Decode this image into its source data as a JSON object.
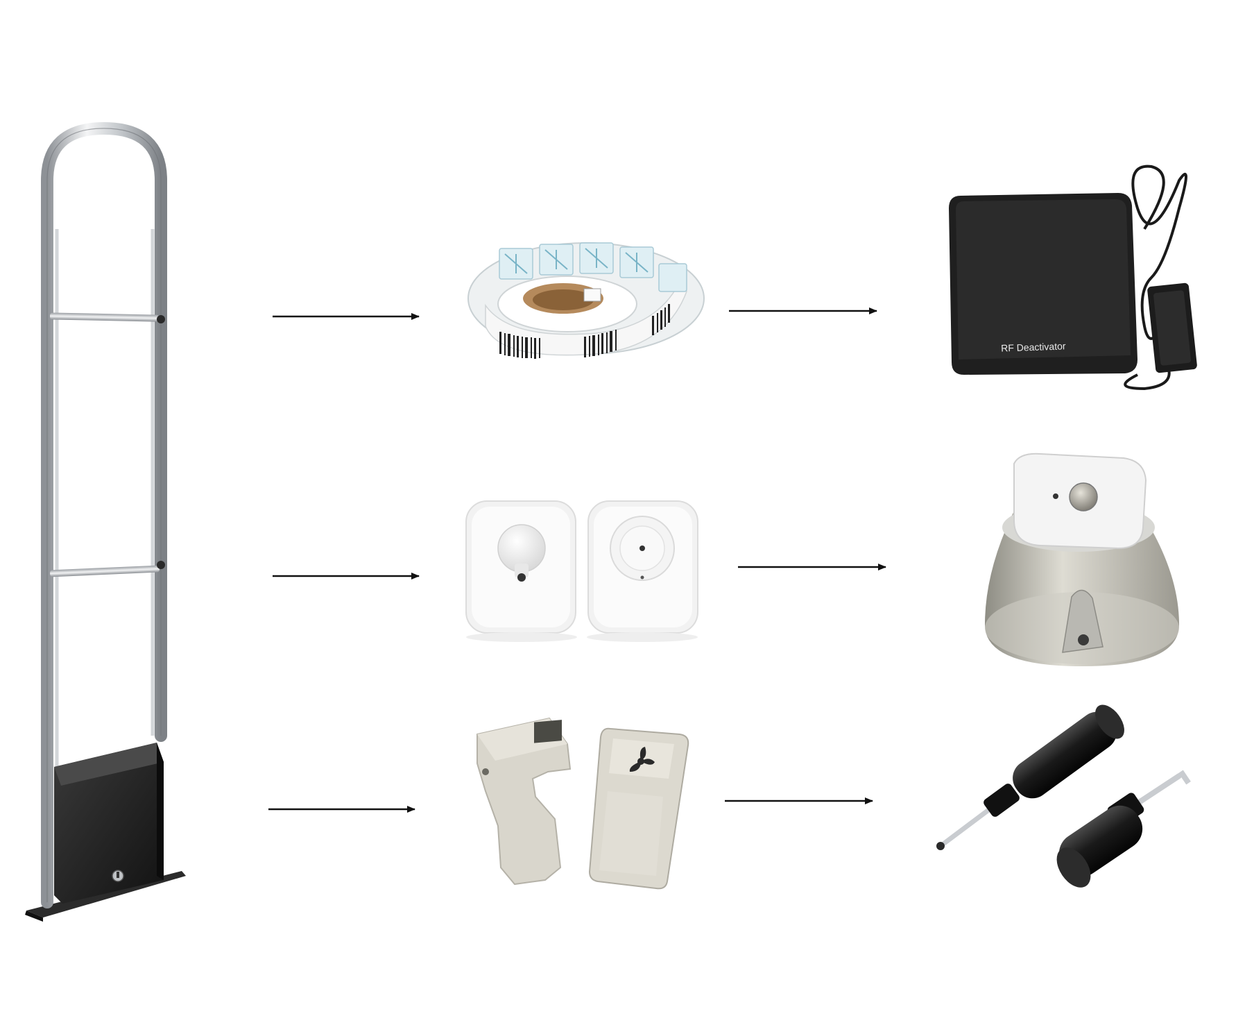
{
  "nodes": {
    "antenna": {
      "icon": "rf-security-antenna-gate-icon"
    },
    "soft_labels": {
      "icon": "rf-soft-label-roll-icon"
    },
    "hard_tags_square": {
      "icon": "rf-square-hard-tag-pair-icon"
    },
    "hard_tags_bottle": {
      "icon": "rf-bottle-hard-tag-pair-icon"
    },
    "deactivator": {
      "icon": "rf-deactivator-pad-icon",
      "label": "RF Deactivator"
    },
    "magnetic_detacher": {
      "icon": "magnetic-detacher-icon"
    },
    "hook_keys": {
      "icon": "detacher-hook-key-icon"
    }
  },
  "edges": [
    {
      "from": "antenna",
      "to": "soft_labels"
    },
    {
      "from": "antenna",
      "to": "hard_tags_square"
    },
    {
      "from": "antenna",
      "to": "hard_tags_bottle"
    },
    {
      "from": "soft_labels",
      "to": "deactivator"
    },
    {
      "from": "hard_tags_square",
      "to": "magnetic_detacher"
    },
    {
      "from": "hard_tags_bottle",
      "to": "hook_keys"
    }
  ],
  "colors": {
    "arrow": "#111111",
    "steel": "#c9ccd0",
    "black_plastic": "#1e1e1e",
    "tag_white": "#f2f2f2",
    "tag_grey": "#d9d6cc"
  }
}
